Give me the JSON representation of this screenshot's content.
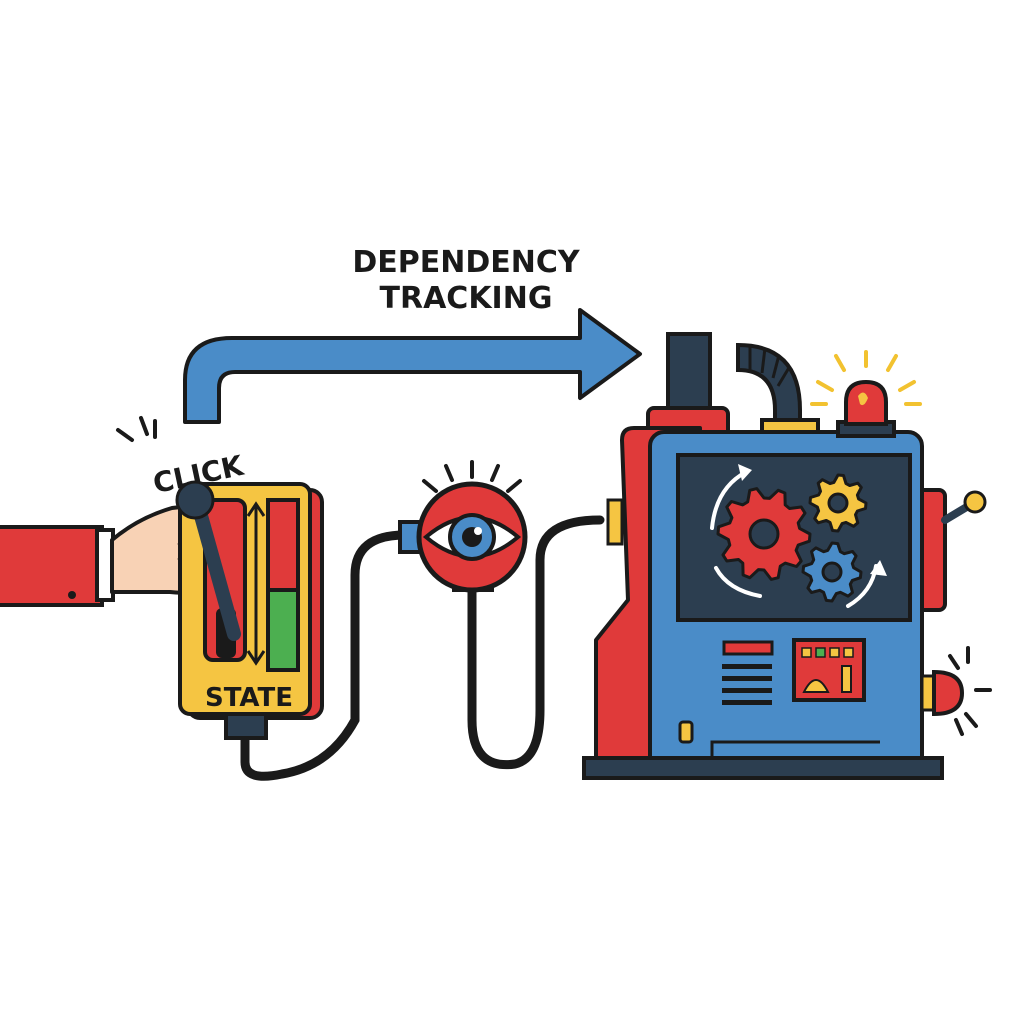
{
  "labels": {
    "title_line1": "DEPENDENCY",
    "title_line2": "TRACKING",
    "click": "CLICK",
    "state": "STATE"
  },
  "colors": {
    "outline": "#1a1a1a",
    "arrow_blue": "#4a8cc8",
    "machine_blue": "#4a8cc8",
    "red": "#e03a3a",
    "yellow": "#f5c542",
    "green": "#4caf50",
    "navy": "#2c3e50",
    "skin": "#f8d2b5",
    "alert_yellow": "#f2c230"
  },
  "icons": [
    "hand-icon",
    "lever-switch-icon",
    "eye-sensor-icon",
    "gear-icon",
    "siren-light-icon",
    "warning-lamp-icon",
    "cable-icon"
  ]
}
